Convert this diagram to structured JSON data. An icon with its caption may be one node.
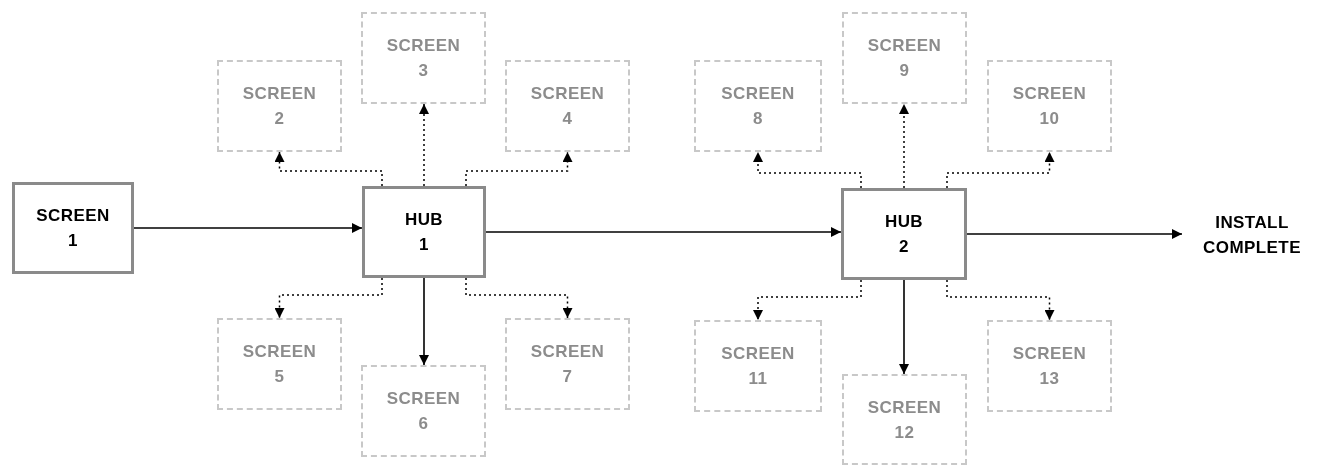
{
  "diagram": {
    "nodes": [
      {
        "text": [
          "SCREEN 1"
        ]
      },
      {
        "text": [
          "HUB 1"
        ]
      },
      {
        "text": [
          "SCREEN 2"
        ]
      },
      {
        "text": [
          "SCREEN 3"
        ]
      },
      {
        "text": [
          "SCREEN 4"
        ]
      },
      {
        "text": [
          "SCREEN 5"
        ]
      },
      {
        "text": [
          "SCREEN 6"
        ]
      },
      {
        "text": [
          "SCREEN 7"
        ]
      },
      {
        "text": [
          "HUB 2"
        ]
      },
      {
        "text": [
          "SCREEN 8"
        ]
      },
      {
        "text": [
          "SCREEN 9"
        ]
      },
      {
        "text": [
          "SCREEN 10"
        ]
      },
      {
        "text": [
          "SCREEN 11"
        ]
      },
      {
        "text": [
          "SCREEN 12"
        ]
      },
      {
        "text": [
          "SCREEN 13"
        ]
      },
      {
        "text": [
          "INSTALL COMPLETE"
        ]
      }
    ],
    "edges": [
      {
        "from": 0,
        "to": 1,
        "arrow": "to"
      },
      {
        "from": 1,
        "to": 2,
        "arrow": "to",
        "style": "dashed"
      },
      {
        "from": 1,
        "to": 3,
        "arrow": "to",
        "style": "dashed"
      },
      {
        "from": 1,
        "to": 4,
        "arrow": "to",
        "style": "dashed"
      },
      {
        "from": 1,
        "to": 5,
        "arrow": "to",
        "style": "dashed"
      },
      {
        "from": 1,
        "to": 6,
        "arrow": "to"
      },
      {
        "from": 1,
        "to": 7,
        "arrow": "to",
        "style": "dashed"
      },
      {
        "from": 1,
        "to": 8,
        "arrow": "to"
      },
      {
        "from": 8,
        "to": 9,
        "arrow": "to",
        "style": "dashed"
      },
      {
        "from": 8,
        "to": 10,
        "arrow": "to",
        "style": "dashed"
      },
      {
        "from": 8,
        "to": 11,
        "arrow": "to",
        "style": "dashed"
      },
      {
        "from": 8,
        "to": 12,
        "arrow": "to",
        "style": "dashed"
      },
      {
        "from": 8,
        "to": 13,
        "arrow": "to"
      },
      {
        "from": 8,
        "to": 14,
        "arrow": "to",
        "style": "dashed"
      },
      {
        "from": 8,
        "to": 15,
        "arrow": "to"
      }
    ]
  }
}
